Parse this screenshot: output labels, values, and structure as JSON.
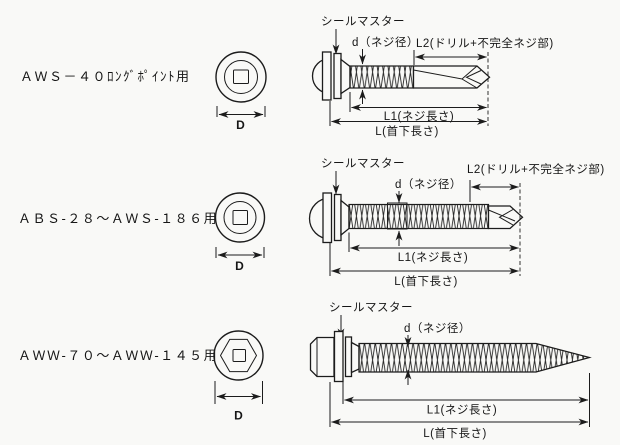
{
  "diagram": {
    "ink_color": "#1c1c1c",
    "paper_color": "#f9f9f7",
    "rows": [
      {
        "model_label": "ＡＷＳ－４０ﾛﾝｸﾞﾎﾟｲﾝﾄ用",
        "head_shape": "round-washer-head-square-drive",
        "point_type": "long-drill-point",
        "labels": {
          "seal": "シールマスター",
          "d": "d（ネジ径）",
          "l2": "L2(ドリル+不完全ネジ部)",
          "l1": "L1(ネジ長さ)",
          "l": "L(首下長さ)",
          "diameter": "D"
        }
      },
      {
        "model_label": "ＡＢＳ-２８～ＡＷＳ-１８６用",
        "head_shape": "round-washer-head-square-drive",
        "point_type": "drill-point",
        "labels": {
          "seal": "シールマスター",
          "d": "d（ネジ径）",
          "l2": "L2(ドリル+不完全ネジ部)",
          "l1": "L1(ネジ長さ)",
          "l": "L(首下長さ)",
          "diameter": "D"
        }
      },
      {
        "model_label": "ＡＷＷ-７０～ＡＷＷ-１４５用",
        "head_shape": "hex-washer-head-square-drive",
        "point_type": "sharp-point-full-thread",
        "labels": {
          "seal": "シールマスター",
          "d": "d（ネジ径）",
          "l1": "L1(ネジ長さ)",
          "l": "L(首下長さ)",
          "diameter": "D"
        }
      }
    ]
  }
}
